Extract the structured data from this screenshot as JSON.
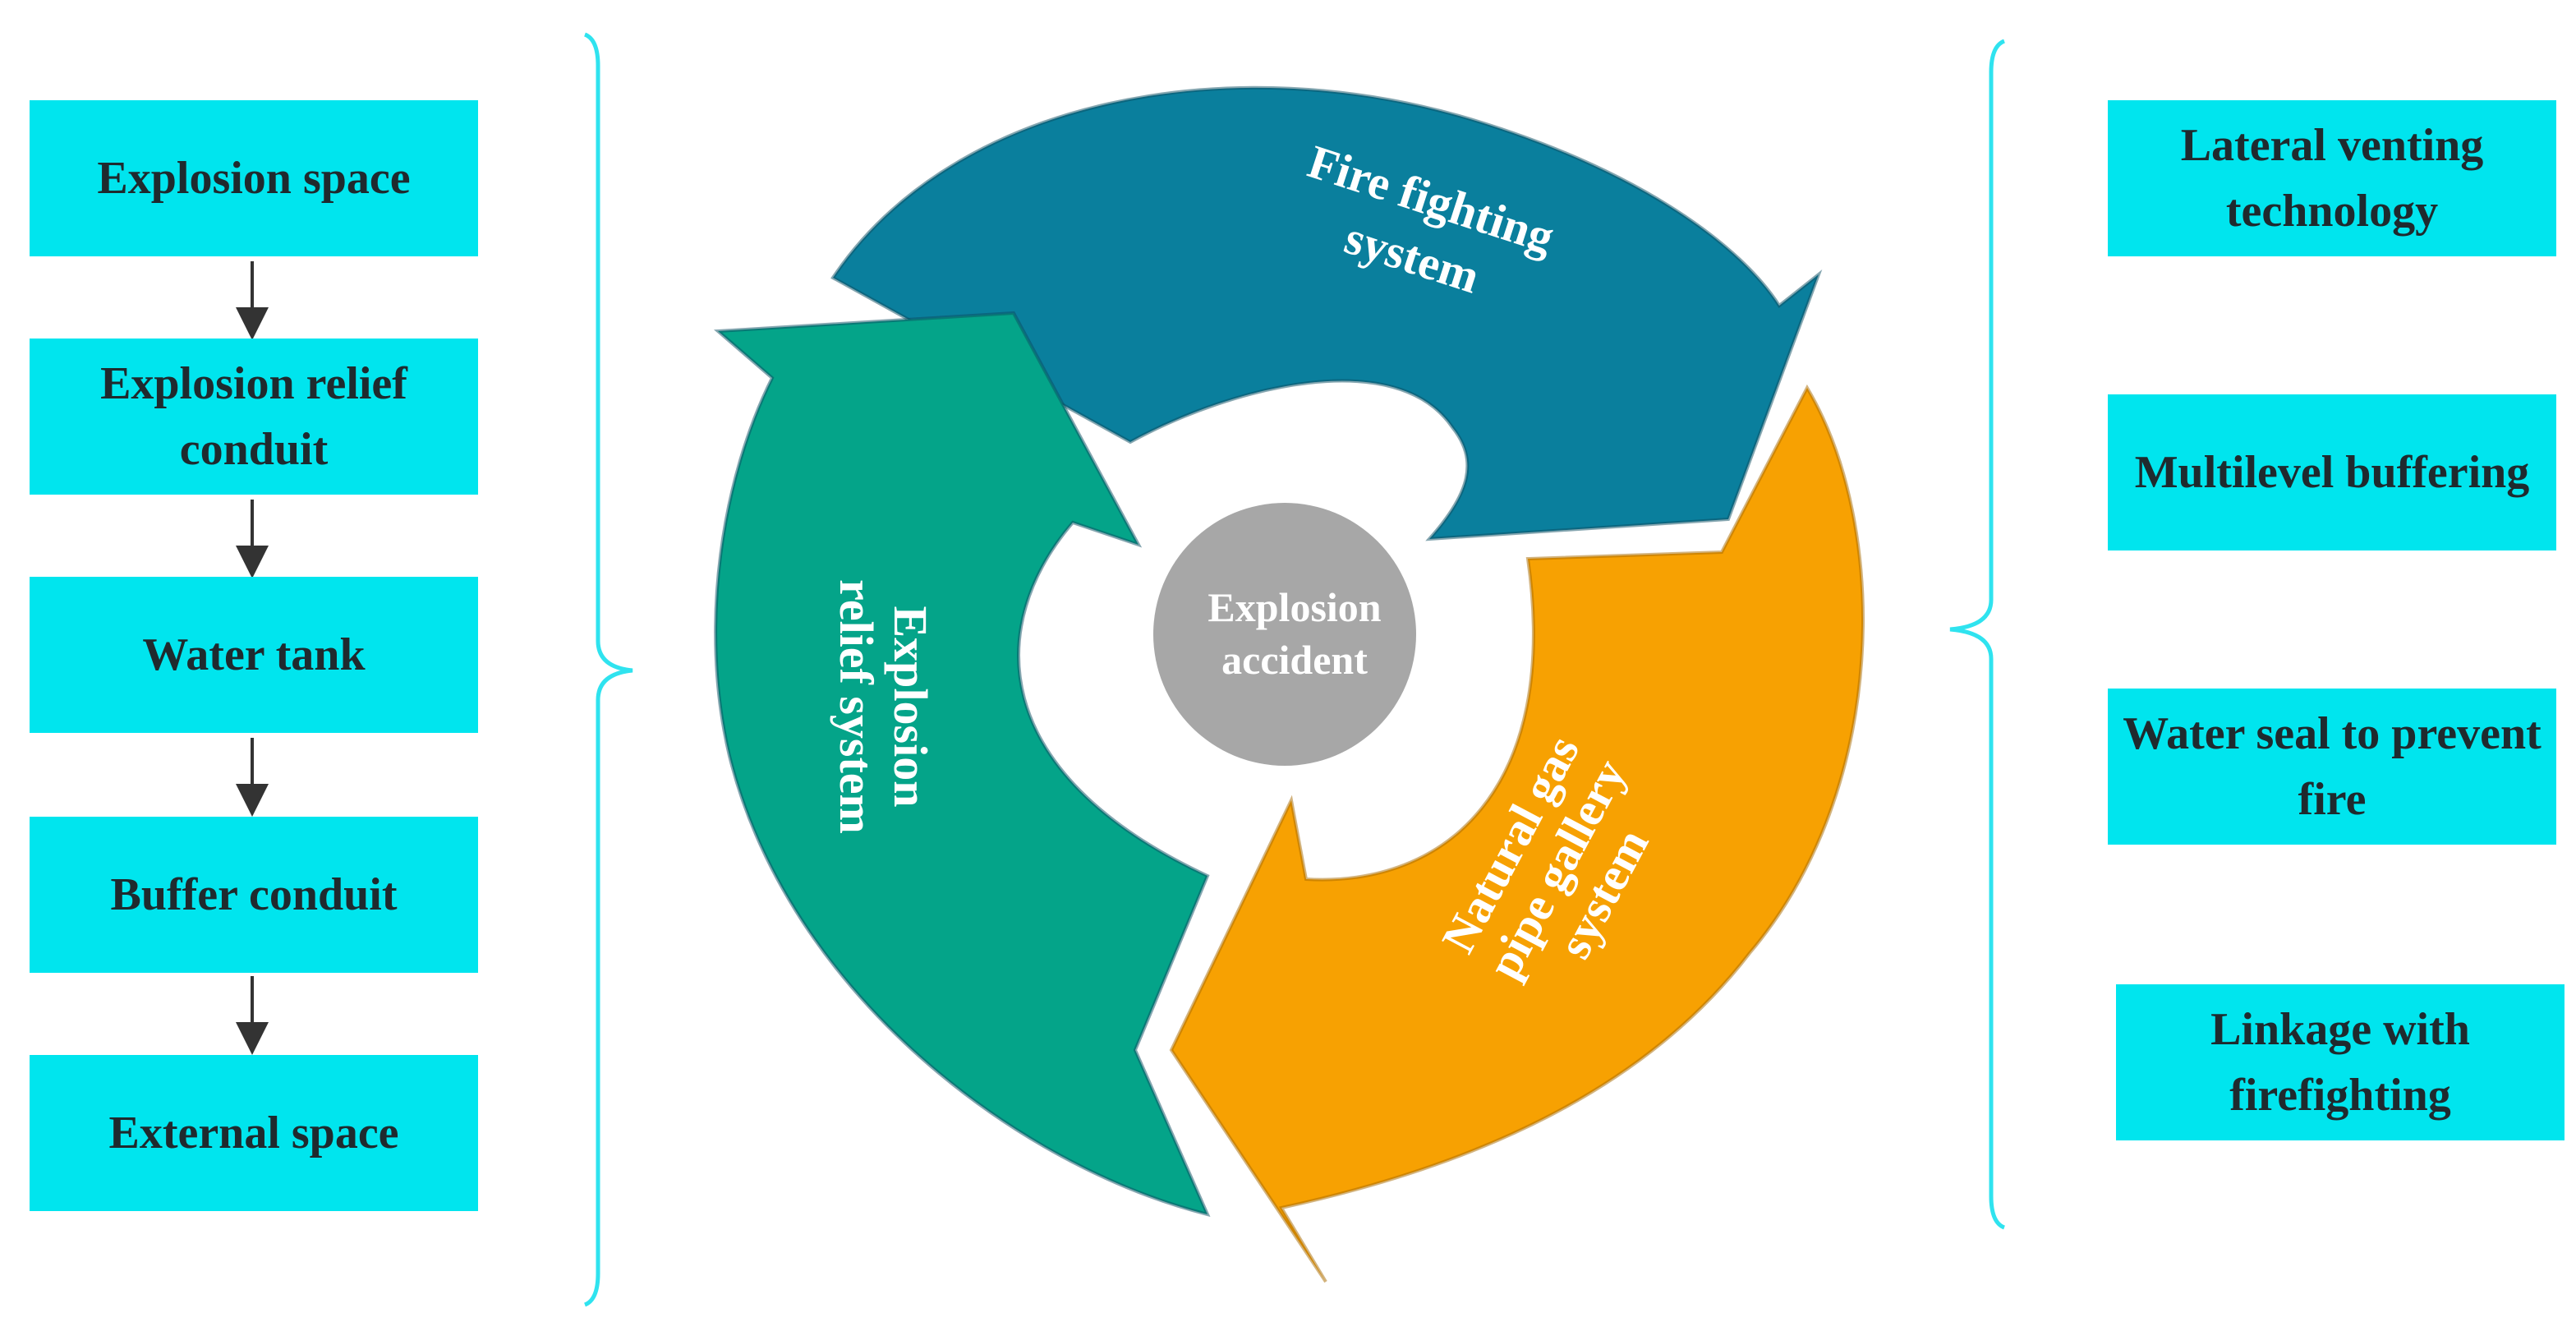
{
  "left_flow": {
    "items": [
      "Explosion space",
      "Explosion relief conduit",
      "Water tank",
      "Buffer conduit",
      "External space"
    ]
  },
  "right_techniques": {
    "items": [
      "Lateral venting technology",
      "Multilevel buffering",
      "Water seal to prevent fire",
      "Linkage with firefighting"
    ]
  },
  "cycle": {
    "center": "Explosion accident",
    "fire_fighting": [
      "Fire fighting",
      "system"
    ],
    "explosion_relief": [
      "Explosion",
      "relief system"
    ],
    "natural_gas": [
      "Natural gas",
      "pipe gallery",
      "system"
    ]
  },
  "colors": {
    "box": "#00e5ee",
    "box_text": "#1f2a2e",
    "fire_fighting": "#0a7f9d",
    "explosion_relief": "#04a489",
    "natural_gas": "#f7a102",
    "center": "#a7a7a7",
    "brace": "#2fe3ef",
    "connector": "#333333"
  }
}
